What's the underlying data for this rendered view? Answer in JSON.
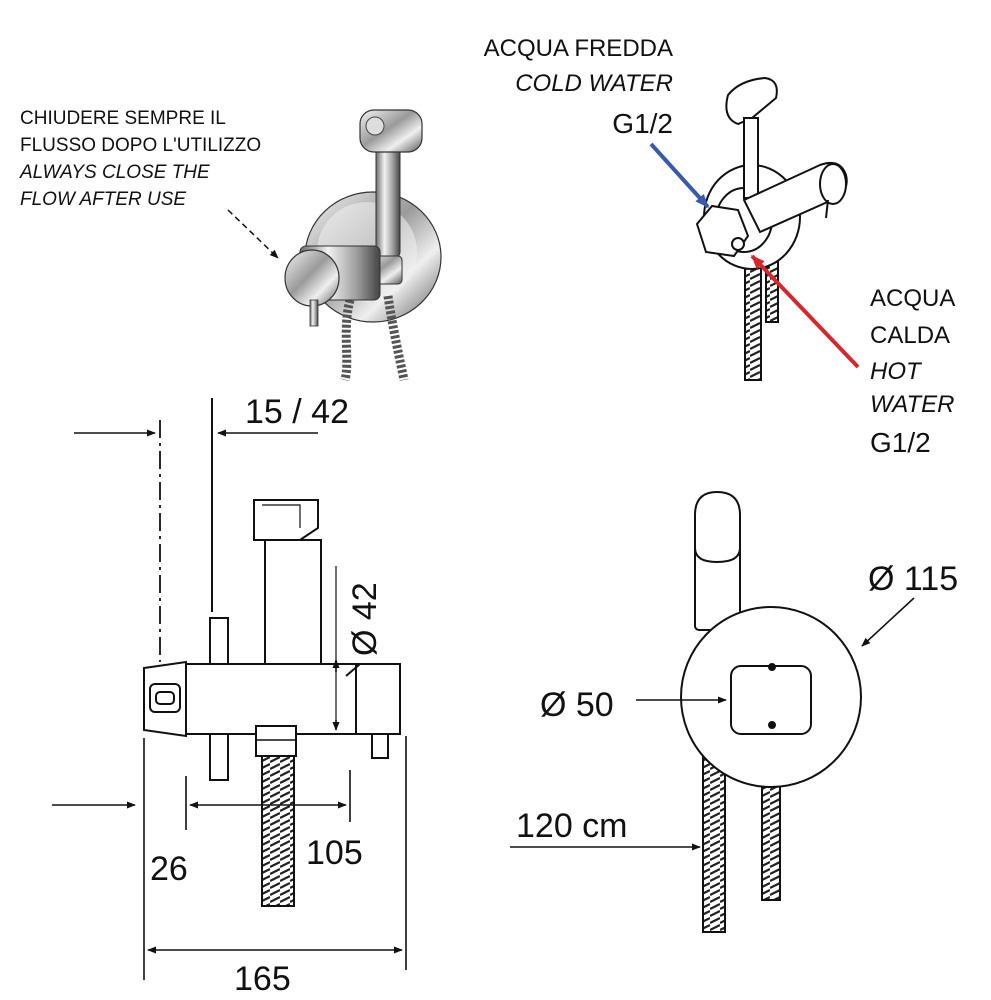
{
  "notes": {
    "close_flow_it": [
      "CHIUDERE SEMPRE IL",
      "FLUSSO DOPO L'UTILIZZO"
    ],
    "close_flow_en": [
      "ALWAYS CLOSE THE",
      "FLOW AFTER  USE"
    ],
    "cold_it": "ACQUA FREDDA",
    "cold_en": "COLD WATER",
    "cold_thread": "G1/2",
    "hot_it": [
      "ACQUA",
      "CALDA"
    ],
    "hot_en": [
      "HOT",
      "WATER"
    ],
    "hot_thread": "G1/2"
  },
  "dimensions": {
    "wall_depth": "15 / 42",
    "body_diameter": "Ø 42",
    "plate_diameter": "Ø 115",
    "inner_diameter": "Ø 50",
    "hose_length": "120 cm",
    "offset": "26",
    "spacing": "105",
    "total_length": "165"
  },
  "colors": {
    "cold_arrow": "#3a5aa8",
    "hot_arrow": "#d7262e",
    "line": "#111111"
  }
}
